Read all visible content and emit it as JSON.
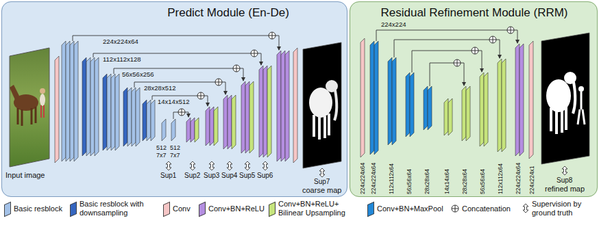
{
  "diagram": {
    "nodes": [
      {
        "text": [
          "Predict Module (En-De)"
        ]
      },
      {
        "text": [
          "Residual Refinement Module (RRM)"
        ]
      }
    ],
    "labels": [
      "224x224x64",
      "112x112x128",
      "56x56x256",
      "28x28x512",
      "14x14x512",
      "512",
      "512",
      "7x7",
      "7x7",
      "Input image",
      "Sup1",
      "Sup2",
      "Sup3",
      "Sup4",
      "Sup5",
      "Sup6",
      "Sup7",
      "coarse map",
      "224x224",
      "224x224x64",
      "224x224x64",
      "112x112x64",
      "56x56x64",
      "28x28x64",
      "14x14x64",
      "28x28x64",
      "56x56x64",
      "112x112x64",
      "224x224x64",
      "224x224x1",
      "Sup8",
      "refined map"
    ],
    "legend": [
      {
        "text": "Basic resblock",
        "color": "#a4c2e8"
      },
      {
        "text": "Basic resblock with downsampling",
        "color": "#3566c0"
      },
      {
        "text": "Conv",
        "color": "#f6c6c6"
      },
      {
        "text": "Conv+BN+ReLU",
        "color": "#b48ee0"
      },
      {
        "text": "Conv+BN+ReLU+ Bilinear Upsampling",
        "color": "#c6e47c"
      },
      {
        "text": "Conv+BN+MaxPool",
        "color": "#2288d8"
      },
      {
        "text": "Concatenation"
      },
      {
        "text": "Supervision by ground truth"
      }
    ]
  }
}
